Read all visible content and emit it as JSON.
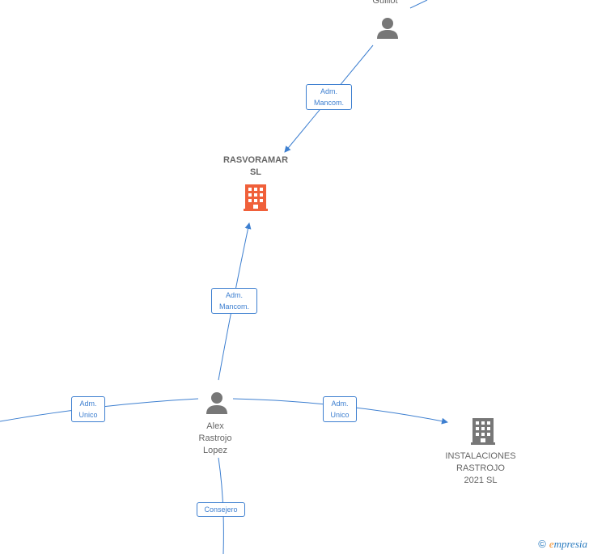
{
  "colors": {
    "edge": "#3d7fd0",
    "person": "#777777",
    "company_main": "#f0603a",
    "company": "#777777",
    "label": "#666666"
  },
  "nodes": {
    "guillot": {
      "label": "Guillot",
      "icon": "person-icon"
    },
    "rasvoramar": {
      "label": "RASVORAMAR\nSL",
      "icon": "building-icon"
    },
    "alex": {
      "label": "Alex\nRastrojo\nLopez",
      "icon": "person-icon"
    },
    "instalaciones": {
      "label": "INSTALACIONES\nRASTROJO\n2021  SL",
      "icon": "building-icon"
    }
  },
  "edges": {
    "guillot_rasvoramar": "Adm.\nMancom.",
    "alex_rasvoramar": "Adm.\nMancom.",
    "left_alex": "Adm.\nUnico",
    "alex_instalaciones": "Adm.\nUnico",
    "alex_consejero": "Consejero"
  },
  "brand": {
    "copyright": "©",
    "name_first": "e",
    "name_rest": "mpresia"
  }
}
